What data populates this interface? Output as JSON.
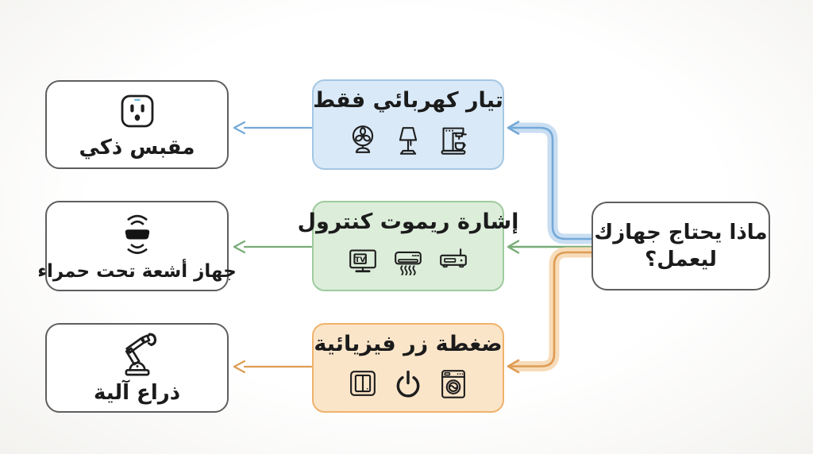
{
  "question": {
    "line1": "ماذا يحتاج جهازك",
    "line2": "ليعمل؟"
  },
  "branches": [
    {
      "label": "تيار كهربائي فقط",
      "icons": [
        "fan-icon",
        "table-lamp-icon",
        "coffee-machine-icon"
      ],
      "fill_color": "#d9e9f7",
      "border_color": "#a5c7e4",
      "arrow_color": "#74a9d8",
      "halo_color": "#c9def2",
      "result": {
        "label": "مقبس ذكي",
        "icon": "smart-plug-icon"
      }
    },
    {
      "label": "إشارة ريموت كنترول",
      "icons": [
        "tv-icon",
        "air-conditioner-icon",
        "receiver-icon"
      ],
      "fill_color": "#dcedda",
      "border_color": "#9fcb9f",
      "arrow_color": "#77ac77",
      "halo_color": "#e3f0e1",
      "result": {
        "label": "جهاز أشعة تحت حمراء",
        "icon": "ir-blaster-icon"
      }
    },
    {
      "label": "ضغطة زر فيزيائية",
      "icons": [
        "light-switch-icon",
        "power-button-icon",
        "washing-machine-icon"
      ],
      "fill_color": "#fbe5c9",
      "border_color": "#f0b26b",
      "arrow_color": "#de9c52",
      "halo_color": "#f7dcba",
      "result": {
        "label": "ذراع آلية",
        "icon": "robotic-arm-icon"
      }
    }
  ],
  "tv_screen_label": "TV",
  "colors": {
    "background": "#fcfcfc",
    "box_border_gray": "#5e5e5e",
    "icon_color": "#1e1e1e",
    "text_color": "#1b1b1b",
    "led_color": "#72b9d8"
  }
}
